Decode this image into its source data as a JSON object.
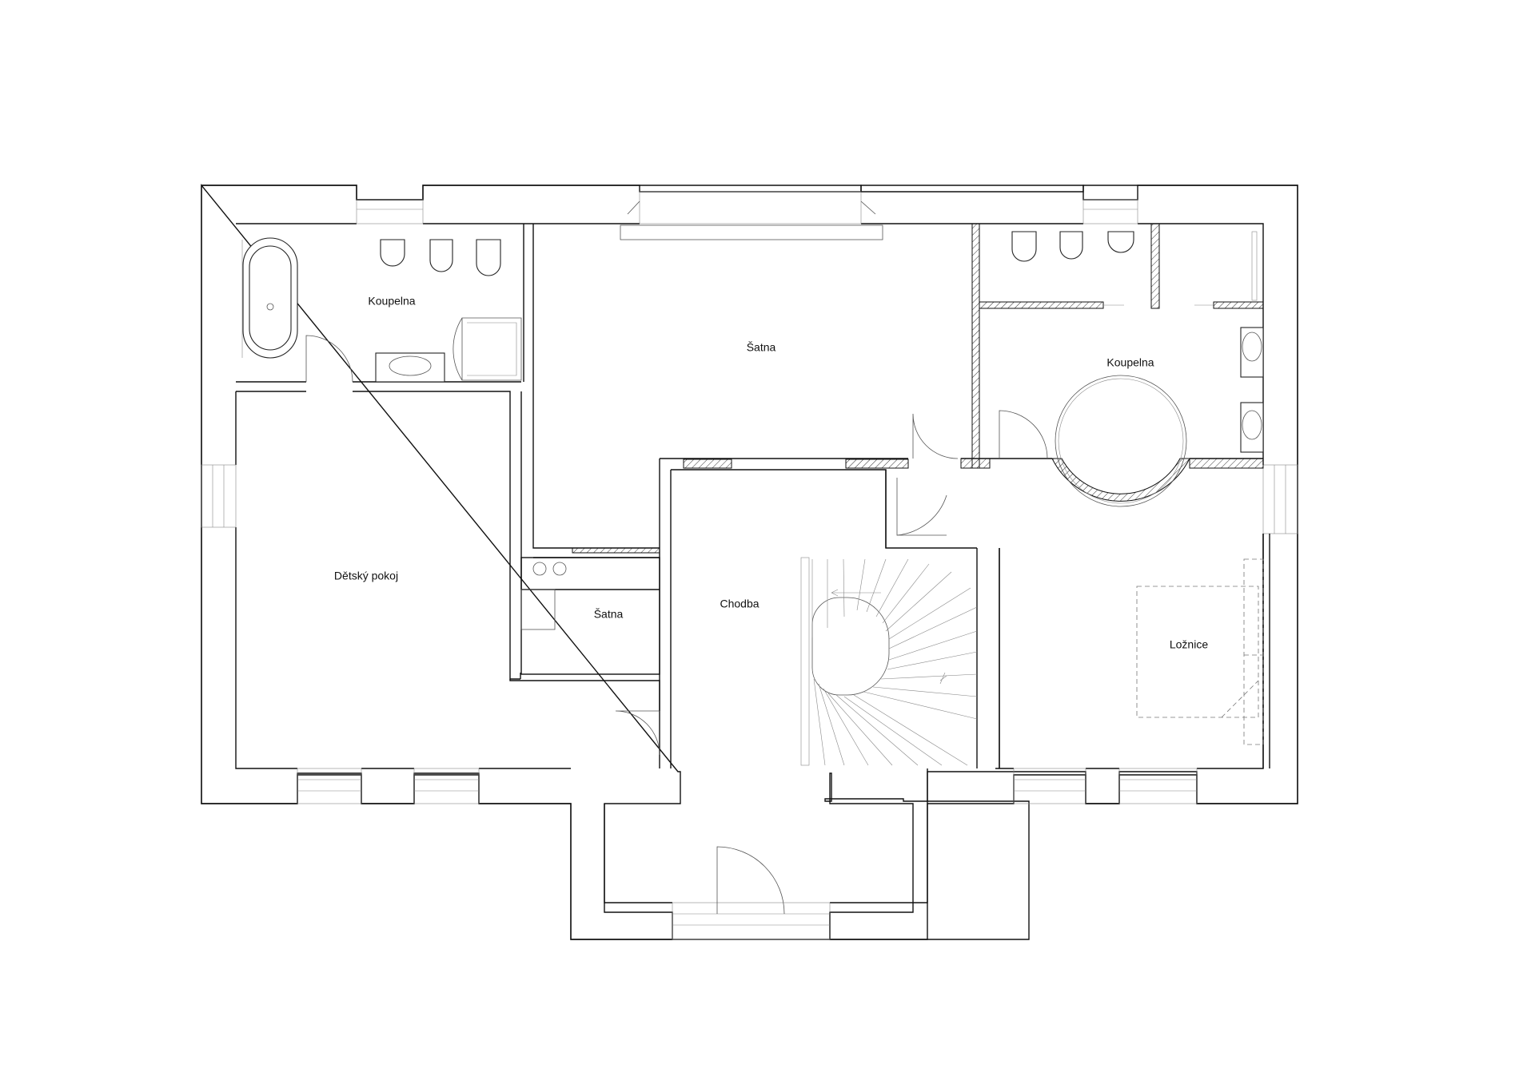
{
  "rooms": {
    "bathroom_left": "Koupelna",
    "wardrobe_top": "Šatna",
    "bathroom_right": "Koupelna",
    "kids_room": "Dětský pokoj",
    "wardrobe_small": "Šatna",
    "hallway": "Chodba",
    "bedroom": "Ložnice"
  },
  "colors": {
    "line": "#111111",
    "background": "#ffffff"
  }
}
